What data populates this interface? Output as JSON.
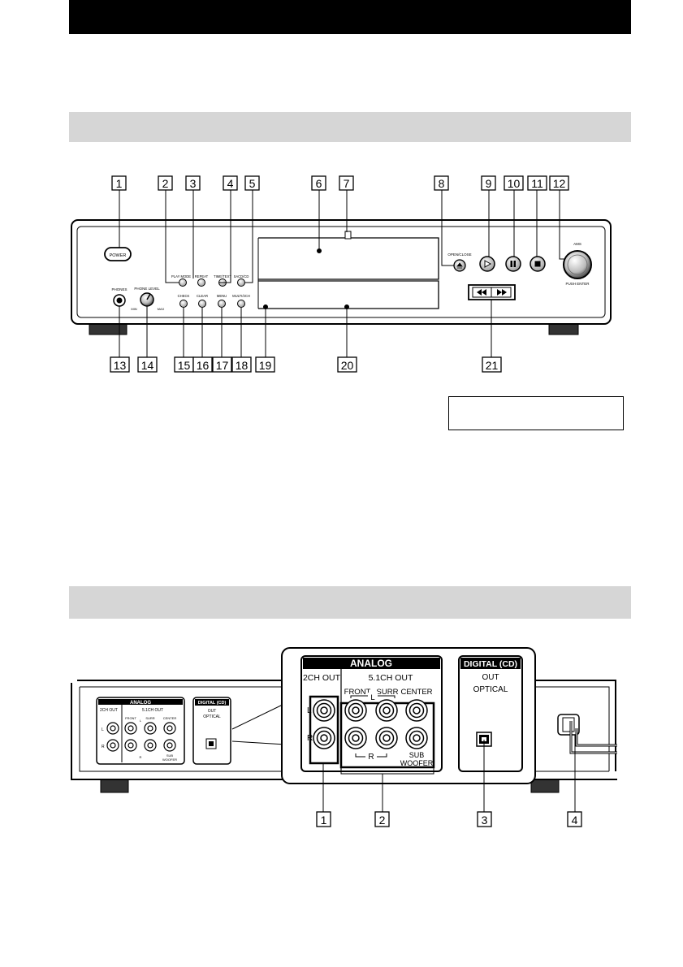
{
  "front_panel": {
    "callouts_top": [
      "1",
      "2",
      "3",
      "4",
      "5",
      "6",
      "7",
      "8",
      "9",
      "10",
      "11",
      "12"
    ],
    "callouts_bottom": [
      "13",
      "14",
      "15",
      "16",
      "17",
      "18",
      "19",
      "20",
      "21"
    ],
    "labels": {
      "power": "POWER",
      "play_mode": "PLAY MODE",
      "repeat": "REPEAT",
      "time_text": "TIME/TEXT",
      "sacd_cd": "SACD/CD",
      "open_close": "OPEN/CLOSE",
      "amms": "AMS",
      "push_enter": "PUSH ENTER",
      "phones": "PHONES",
      "phone_level": "PHONE LEVEL",
      "min": "MIN",
      "max": "MAX",
      "check": "CHECK",
      "clear": "CLEAR",
      "menu": "MENU",
      "multi_2ch": "MULTI/2CH"
    }
  },
  "rear_panel": {
    "callouts": [
      "1",
      "2",
      "3",
      "4"
    ],
    "small": {
      "analog": "ANALOG",
      "out_2ch": "2CH OUT",
      "out_51ch": "5.1CH OUT",
      "front": "FRONT",
      "surr": "SURR",
      "center": "CENTER",
      "sub": "SUB",
      "woofer": "WOOFER",
      "l": "L",
      "r": "R",
      "digital_cd": "DIGITAL (CD)",
      "out": "OUT",
      "optical": "OPTICAL"
    },
    "zoom": {
      "analog": "ANALOG",
      "out_2ch": "2CH OUT",
      "out_51ch": "5.1CH OUT",
      "front": "FRONT",
      "l": "L",
      "surr": "SURR",
      "center": "CENTER",
      "r": "R",
      "sub": "SUB",
      "woofer": "WOOFER",
      "digital_cd": "DIGITAL (CD)",
      "out": "OUT",
      "optical": "OPTICAL"
    }
  }
}
